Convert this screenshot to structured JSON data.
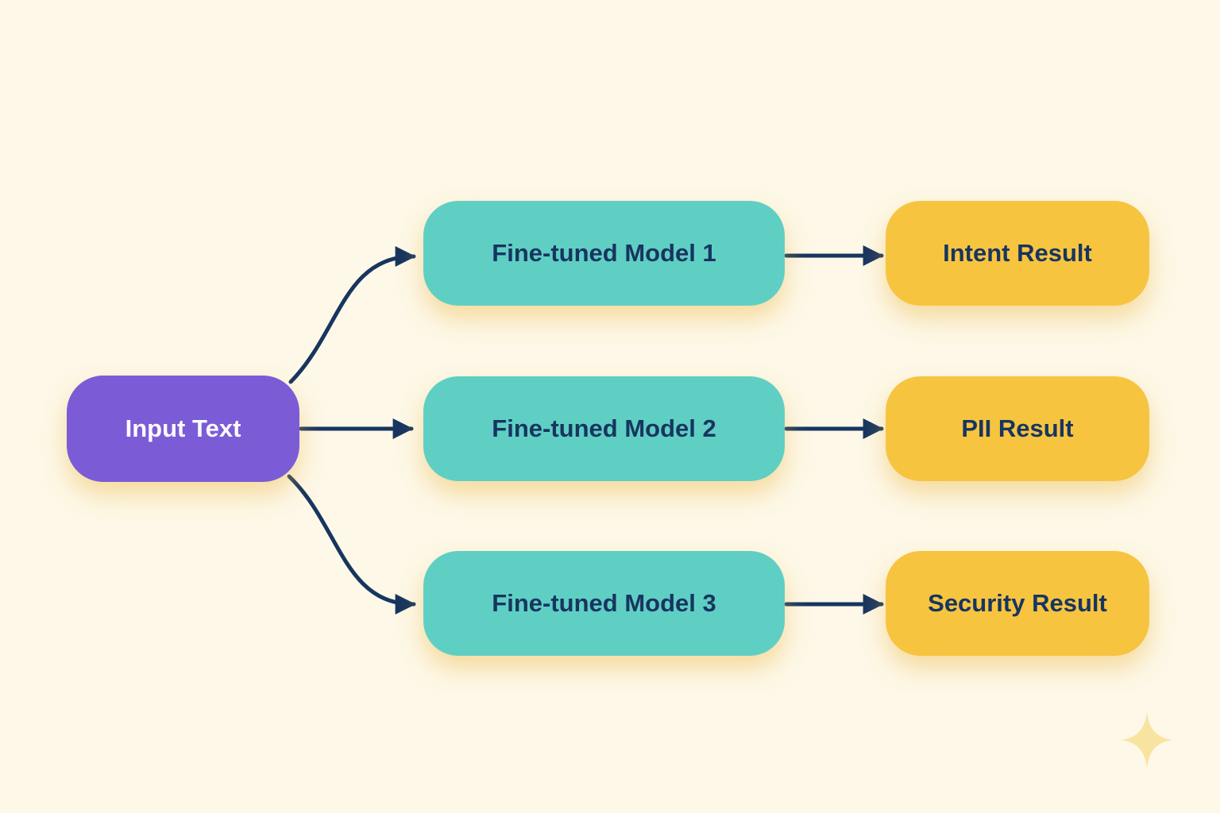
{
  "diagram": {
    "nodes": {
      "input": {
        "label": "Input Text",
        "role": "source"
      },
      "model1": {
        "label": "Fine-tuned Model 1",
        "role": "process"
      },
      "model2": {
        "label": "Fine-tuned Model 2",
        "role": "process"
      },
      "model3": {
        "label": "Fine-tuned Model 3",
        "role": "process"
      },
      "intent": {
        "label": "Intent Result",
        "role": "output"
      },
      "pii": {
        "label": "PII Result",
        "role": "output"
      },
      "security": {
        "label": "Security Result",
        "role": "output"
      }
    },
    "edges": [
      {
        "from": "Input Text",
        "to": "Fine-tuned Model 1"
      },
      {
        "from": "Input Text",
        "to": "Fine-tuned Model 2"
      },
      {
        "from": "Input Text",
        "to": "Fine-tuned Model 3"
      },
      {
        "from": "Fine-tuned Model 1",
        "to": "Intent Result"
      },
      {
        "from": "Fine-tuned Model 2",
        "to": "PII Result"
      },
      {
        "from": "Fine-tuned Model 3",
        "to": "Security Result"
      }
    ],
    "icons": {
      "sparkle": "four-point-star"
    },
    "colors": {
      "background": "#FDF8E7",
      "input_node": "#7B5CD6",
      "model_node": "#5FCFC4",
      "result_node": "#F7C440",
      "arrow": "#17355F",
      "node_text": "#17355F",
      "input_text": "#FCFBFE",
      "glow_shadow": "#EEB946",
      "sparkle": "#F8E3A0"
    }
  }
}
